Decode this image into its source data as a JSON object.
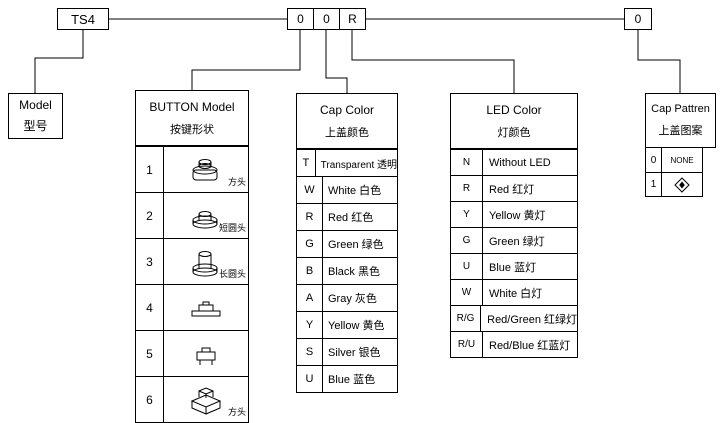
{
  "colors": {
    "line": "#000000",
    "background": "#ffffff"
  },
  "top": {
    "series": "TS4",
    "digits": [
      "0",
      "0",
      "R"
    ],
    "pattern_digit": "0"
  },
  "model_box": {
    "en": "Model",
    "zh": "型号"
  },
  "button_model": {
    "en": "BUTTON Model",
    "zh": "按键形状",
    "rows": [
      {
        "num": "1",
        "label": "方头",
        "icon": "round-plunger-square-base-switch-icon"
      },
      {
        "num": "2",
        "label": "短圆头",
        "icon": "short-round-plunger-switch-icon"
      },
      {
        "num": "3",
        "label": "长圆头",
        "icon": "long-round-plunger-switch-icon"
      },
      {
        "num": "4",
        "label": "",
        "icon": "smd-flange-switch-icon"
      },
      {
        "num": "5",
        "label": "",
        "icon": "smd-side-switch-icon"
      },
      {
        "num": "6",
        "label": "方头",
        "icon": "square-head-switch-icon"
      }
    ]
  },
  "cap_color": {
    "en": "Cap Color",
    "zh": "上盖颜色",
    "rows": [
      {
        "code": "T",
        "label": "Transparent 透明"
      },
      {
        "code": "W",
        "label": "White 白色"
      },
      {
        "code": "R",
        "label": "Red  红色"
      },
      {
        "code": "G",
        "label": "Green 绿色"
      },
      {
        "code": "B",
        "label": "Black 黑色"
      },
      {
        "code": "A",
        "label": "Gray  灰色"
      },
      {
        "code": "Y",
        "label": "Yellow 黄色"
      },
      {
        "code": "S",
        "label": "Silver 银色"
      },
      {
        "code": "U",
        "label": "Blue  蓝色"
      }
    ]
  },
  "led_color": {
    "en": "LED Color",
    "zh": "灯颜色",
    "rows": [
      {
        "code": "N",
        "label": "Without LED"
      },
      {
        "code": "R",
        "label": "Red  红灯"
      },
      {
        "code": "Y",
        "label": "Yellow 黄灯"
      },
      {
        "code": "G",
        "label": "Green 绿灯"
      },
      {
        "code": "U",
        "label": "Blue 蓝灯"
      },
      {
        "code": "W",
        "label": "White 白灯"
      },
      {
        "code": "R/G",
        "label": "Red/Green 红绿灯"
      },
      {
        "code": "R/U",
        "label": "Red/Blue 红蓝灯"
      }
    ]
  },
  "cap_pattern": {
    "en": "Cap Pattren",
    "zh": "上盖图案",
    "rows": [
      {
        "code": "0",
        "label": "NONE",
        "icon": ""
      },
      {
        "code": "1",
        "label": "",
        "icon": "diamond-pattern-icon"
      }
    ]
  }
}
